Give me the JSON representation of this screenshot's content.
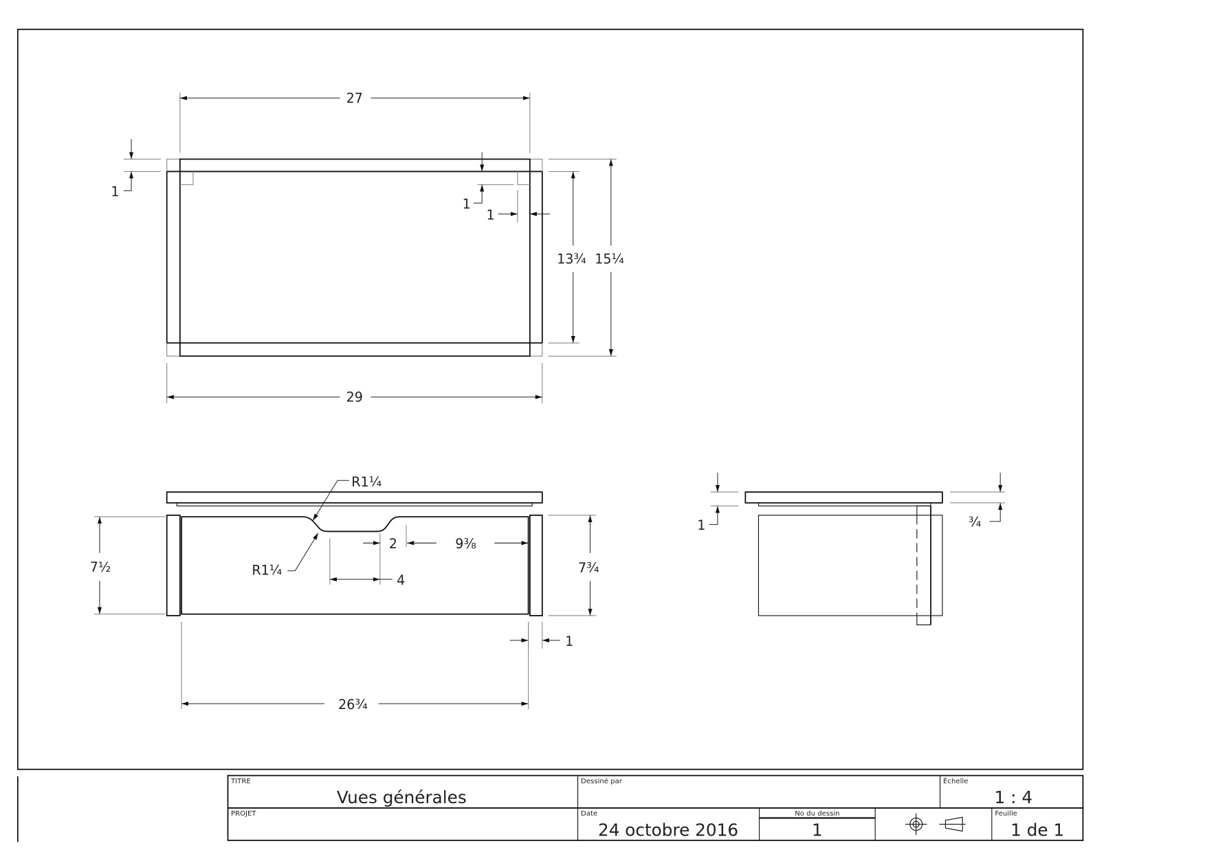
{
  "drawing": {
    "top_view": {
      "width_inner": "27",
      "width_outer": "29",
      "depth_inner": "13¾",
      "depth_outer": "15¼",
      "board_left": "1",
      "board_inside_v": "1",
      "board_inside_h": "1"
    },
    "front_view": {
      "radius_top": "R1¼",
      "radius_bottom": "R1¼",
      "notch_offset": "2",
      "notch_right": "9⅜",
      "notch_width": "4",
      "height_left": "7½",
      "height_right": "7¾",
      "leg_thickness": "1",
      "panel_length": "26¾"
    },
    "side_view": {
      "top_gap": "1",
      "top_thickness": "¾"
    }
  },
  "title_block": {
    "title_label": "TITRE",
    "title_value": "Vues générales",
    "drawn_by_label": "Dessiné par",
    "scale_label": "Échelle",
    "scale_value": "1 : 4",
    "project_label": "PROJET",
    "date_label": "Date",
    "date_value": "24 octobre 2016",
    "drawing_no_label": "No du dessin",
    "drawing_no_value": "1",
    "sheet_label": "Feuille",
    "sheet_value": "1 de 1",
    "projection_icon": "third-angle-projection-symbol"
  }
}
